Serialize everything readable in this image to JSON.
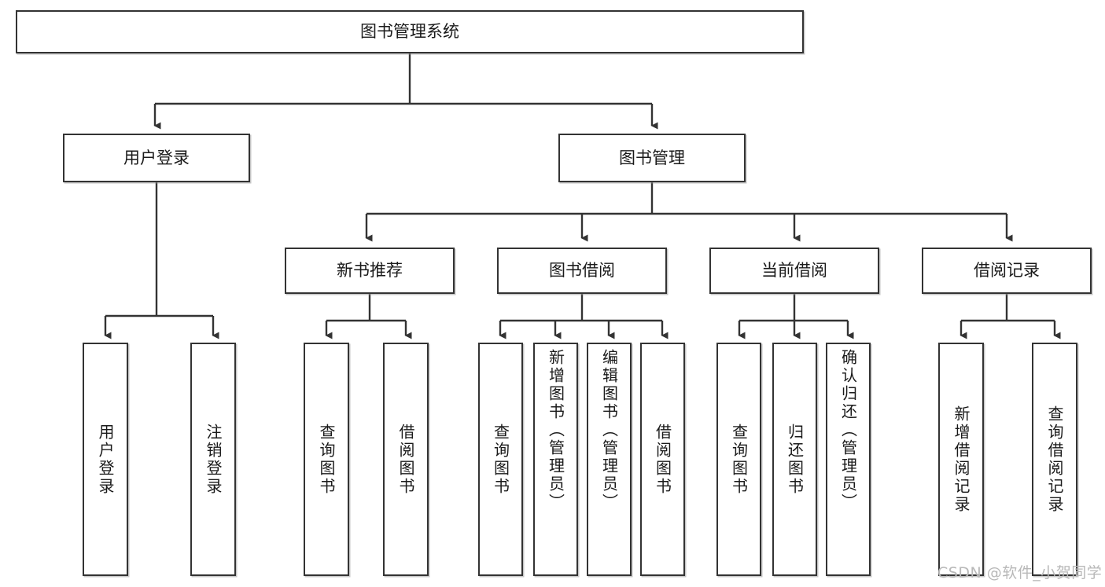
{
  "diagram": {
    "type": "hierarchy-tree",
    "title": "图书管理系统",
    "watermark": "CSDN @软件_小贺同学",
    "colors": {
      "border": "#333333",
      "background": "#ffffff",
      "text": "#1a1a1a",
      "edge": "#333333",
      "watermark": "#b8b8b8"
    },
    "nodes": {
      "root": {
        "label": "图书管理系统"
      },
      "level2": [
        {
          "id": "user-login",
          "label": "用户登录"
        },
        {
          "id": "book-manage",
          "label": "图书管理"
        }
      ],
      "level3": [
        {
          "id": "new-book-recommend",
          "label": "新书推荐",
          "parent": "book-manage"
        },
        {
          "id": "book-borrow",
          "label": "图书借阅",
          "parent": "book-manage"
        },
        {
          "id": "current-borrow",
          "label": "当前借阅",
          "parent": "book-manage"
        },
        {
          "id": "borrow-record",
          "label": "借阅记录",
          "parent": "book-manage"
        }
      ],
      "leaves": [
        {
          "id": "leaf-user-login",
          "label": "用户登录",
          "parent": "user-login"
        },
        {
          "id": "leaf-logout",
          "label": "注销登录",
          "parent": "user-login"
        },
        {
          "id": "leaf-query-book-1",
          "label": "查询图书",
          "parent": "new-book-recommend"
        },
        {
          "id": "leaf-borrow-book-1",
          "label": "借阅图书",
          "parent": "new-book-recommend"
        },
        {
          "id": "leaf-query-book-2",
          "label": "查询图书",
          "parent": "book-borrow"
        },
        {
          "id": "leaf-add-book",
          "label": "新增图书（管理员）",
          "parent": "book-borrow"
        },
        {
          "id": "leaf-edit-book",
          "label": "编辑图书（管理员）",
          "parent": "book-borrow"
        },
        {
          "id": "leaf-borrow-book-2",
          "label": "借阅图书",
          "parent": "book-borrow"
        },
        {
          "id": "leaf-query-book-3",
          "label": "查询图书",
          "parent": "current-borrow"
        },
        {
          "id": "leaf-return-book",
          "label": "归还图书",
          "parent": "current-borrow"
        },
        {
          "id": "leaf-confirm-return",
          "label": "确认归还（管理员）",
          "parent": "current-borrow"
        },
        {
          "id": "leaf-add-record",
          "label": "新增借阅记录",
          "parent": "borrow-record"
        },
        {
          "id": "leaf-query-record",
          "label": "查询借阅记录",
          "parent": "borrow-record"
        }
      ]
    }
  }
}
